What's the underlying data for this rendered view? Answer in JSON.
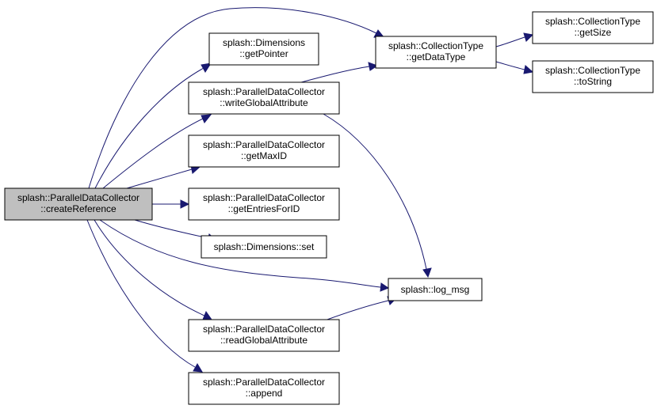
{
  "nodes": {
    "createReference": {
      "lines": [
        "splash::ParallelDataCollector",
        "::createReference"
      ]
    },
    "getPointer": {
      "lines": [
        "splash::Dimensions",
        "::getPointer"
      ]
    },
    "writeGlobalAttribute": {
      "lines": [
        "splash::ParallelDataCollector",
        "::writeGlobalAttribute"
      ]
    },
    "getMaxID": {
      "lines": [
        "splash::ParallelDataCollector",
        "::getMaxID"
      ]
    },
    "getEntriesForID": {
      "lines": [
        "splash::ParallelDataCollector",
        "::getEntriesForID"
      ]
    },
    "dimSet": {
      "lines": [
        "splash::Dimensions::set"
      ]
    },
    "readGlobalAttribute": {
      "lines": [
        "splash::ParallelDataCollector",
        "::readGlobalAttribute"
      ]
    },
    "append": {
      "lines": [
        "splash::ParallelDataCollector",
        "::append"
      ]
    },
    "getDataType": {
      "lines": [
        "splash::CollectionType",
        "::getDataType"
      ]
    },
    "logMsg": {
      "lines": [
        "splash::log_msg"
      ]
    },
    "getSize": {
      "lines": [
        "splash::CollectionType",
        "::getSize"
      ]
    },
    "toString": {
      "lines": [
        "splash::CollectionType",
        "::toString"
      ]
    }
  },
  "colors": {
    "edge": "#191970",
    "root_fill": "#bfbfbf",
    "node_fill": "#ffffff",
    "border": "#000000"
  }
}
